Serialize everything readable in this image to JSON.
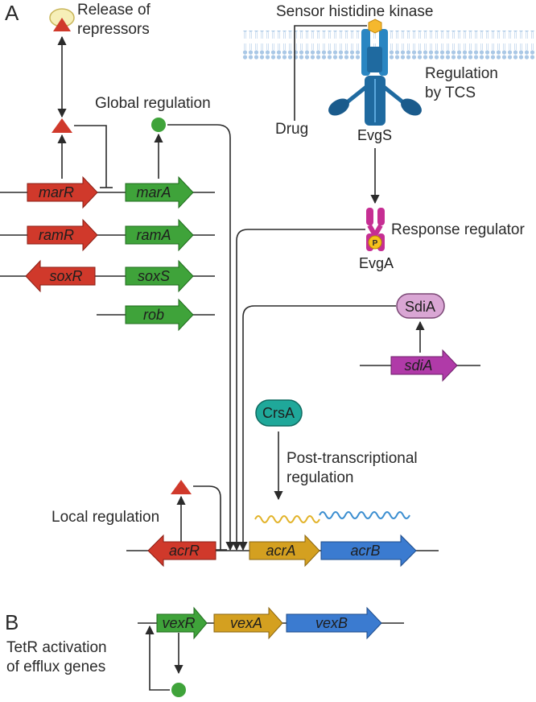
{
  "panels": {
    "a": "A",
    "b": "B"
  },
  "labels": {
    "release": [
      "Release of",
      "repressors"
    ],
    "global": "Global regulation",
    "sensor": "Sensor histidine kinase",
    "tcs": [
      "Regulation",
      "by TCS"
    ],
    "drug": "Drug",
    "response": "Response regulator",
    "post": [
      "Post-transcriptional",
      "regulation"
    ],
    "local": "Local regulation",
    "tetr": [
      "TetR activation",
      "of efflux genes"
    ]
  },
  "proteins": {
    "evgs": "EvgS",
    "evga": "EvgA",
    "phospho": "P",
    "sdia": "SdiA",
    "crsa": "CrsA"
  },
  "genes": {
    "marR": "marR",
    "marA": "marA",
    "ramR": "ramR",
    "ramA": "ramA",
    "soxR": "soxR",
    "soxS": "soxS",
    "rob": "rob",
    "sdiA": "sdiA",
    "acrR": "acrR",
    "acrA": "acrA",
    "acrB": "acrB",
    "vexR": "vexR",
    "vexA": "vexA",
    "vexB": "vexB"
  },
  "colors": {
    "repressor": "#d0392b",
    "activator": "#3fa33a",
    "efflux_a": "#d4a020",
    "efflux_b": "#3b7bd0",
    "sdia": "#b03aa8",
    "sdia_protein": "#d9a6d4",
    "crsa": "#1fa89a",
    "kinase": "#1f78b4",
    "evga": "#c62e93"
  }
}
